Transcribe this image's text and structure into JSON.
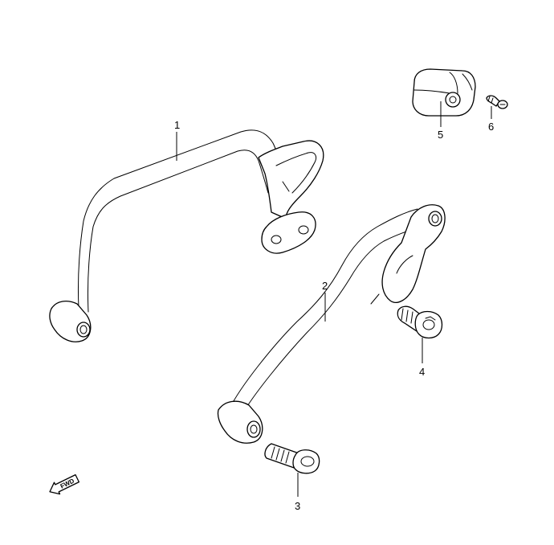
{
  "diagram": {
    "callouts": [
      {
        "id": "1"
      },
      {
        "id": "2"
      },
      {
        "id": "3"
      },
      {
        "id": "4"
      },
      {
        "id": "5"
      },
      {
        "id": "6"
      }
    ],
    "direction_badge": {
      "text": "FWD"
    }
  }
}
